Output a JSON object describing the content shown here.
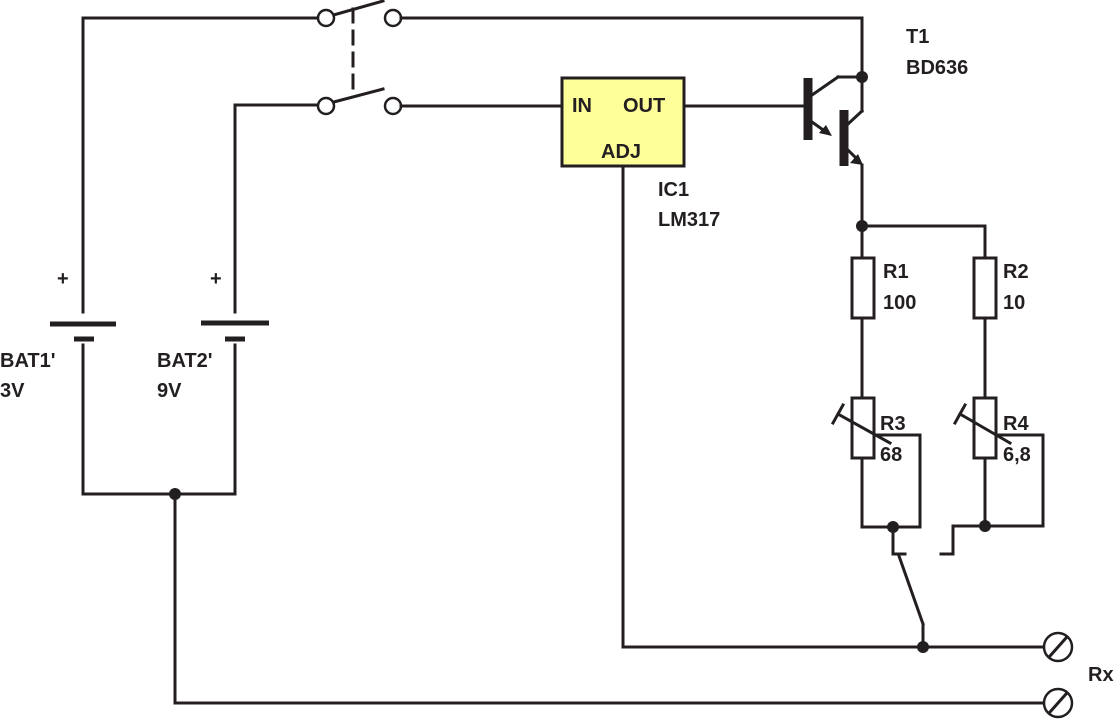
{
  "batteries": [
    {
      "plus": "+",
      "name": "BAT1'",
      "value": "3V"
    },
    {
      "plus": "+",
      "name": "BAT2'",
      "value": "9V"
    }
  ],
  "regulator": {
    "pin_in": "IN",
    "pin_out": "OUT",
    "pin_adj": "ADJ",
    "name": "IC1",
    "part": "LM317",
    "fill": "#ffff99"
  },
  "transistor": {
    "name": "T1",
    "part": "BD636"
  },
  "resistors": [
    {
      "name": "R1",
      "value": "100"
    },
    {
      "name": "R2",
      "value": "10"
    },
    {
      "name": "R3",
      "value": "68"
    },
    {
      "name": "R4",
      "value": "6,8"
    }
  ],
  "output": {
    "label": "Rx"
  },
  "colors": {
    "ink": "#231f20",
    "background": "#ffffff"
  }
}
